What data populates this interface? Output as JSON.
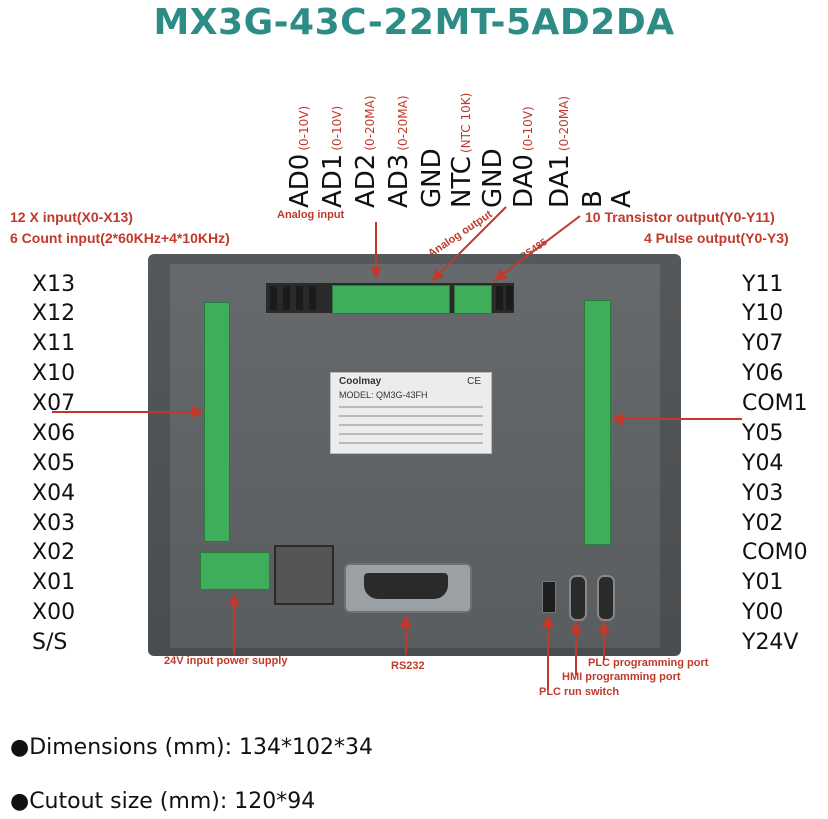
{
  "title": "MX3G-43C-22MT-5AD2DA",
  "top_terminals": [
    {
      "main": "AD0",
      "sub": "(0-10V)"
    },
    {
      "main": "AD1",
      "sub": "(0-10V)"
    },
    {
      "main": "AD2",
      "sub": "(0-20MA)"
    },
    {
      "main": "AD3",
      "sub": "(0-20MA)"
    },
    {
      "main": "GND",
      "sub": ""
    },
    {
      "main": "NTC",
      "sub": "(NTC 10K)"
    },
    {
      "main": "GND",
      "sub": ""
    },
    {
      "main": "DA0",
      "sub": "(0-10V)"
    },
    {
      "main": "DA1",
      "sub": "(0-20MA)"
    },
    {
      "main": "B",
      "sub": ""
    },
    {
      "main": "A",
      "sub": ""
    }
  ],
  "callouts": {
    "x_input": "12 X input(X0-X13)",
    "count_input": "6 Count input(2*60KHz+4*10KHz)",
    "analog_input": "Analog input",
    "analog_output": "Analog output",
    "rs485": "RS485",
    "transistor_output": "10 Transistor output(Y0-Y11)",
    "pulse_output": "4 Pulse output(Y0-Y3)",
    "power": "24V input power supply",
    "rs232": "RS232",
    "plc_port": "PLC programming port",
    "hmi_port": "HMI programming port",
    "run_switch": "PLC run switch"
  },
  "left_pins": [
    "X13",
    "X12",
    "X11",
    "X10",
    "X07",
    "X06",
    "X05",
    "X04",
    "X03",
    "X02",
    "X01",
    "X00",
    "S/S"
  ],
  "right_pins": [
    "Y11",
    "Y10",
    "Y07",
    "Y06",
    "COM1",
    "Y05",
    "Y04",
    "Y03",
    "Y02",
    "COM0",
    "Y01",
    "Y00",
    "Y24V"
  ],
  "device_label": {
    "brand": "Coolmay",
    "ce": "CE",
    "model": "MODEL: QM3G-43FH"
  },
  "specs": {
    "dimensions": "●Dimensions (mm): 134*102*34",
    "cutout": "●Cutout size (mm): 120*94"
  },
  "colors": {
    "title": "#2e8c86",
    "callout": "#c0392b",
    "terminal": "#3fae5a",
    "housing": "#505355"
  }
}
